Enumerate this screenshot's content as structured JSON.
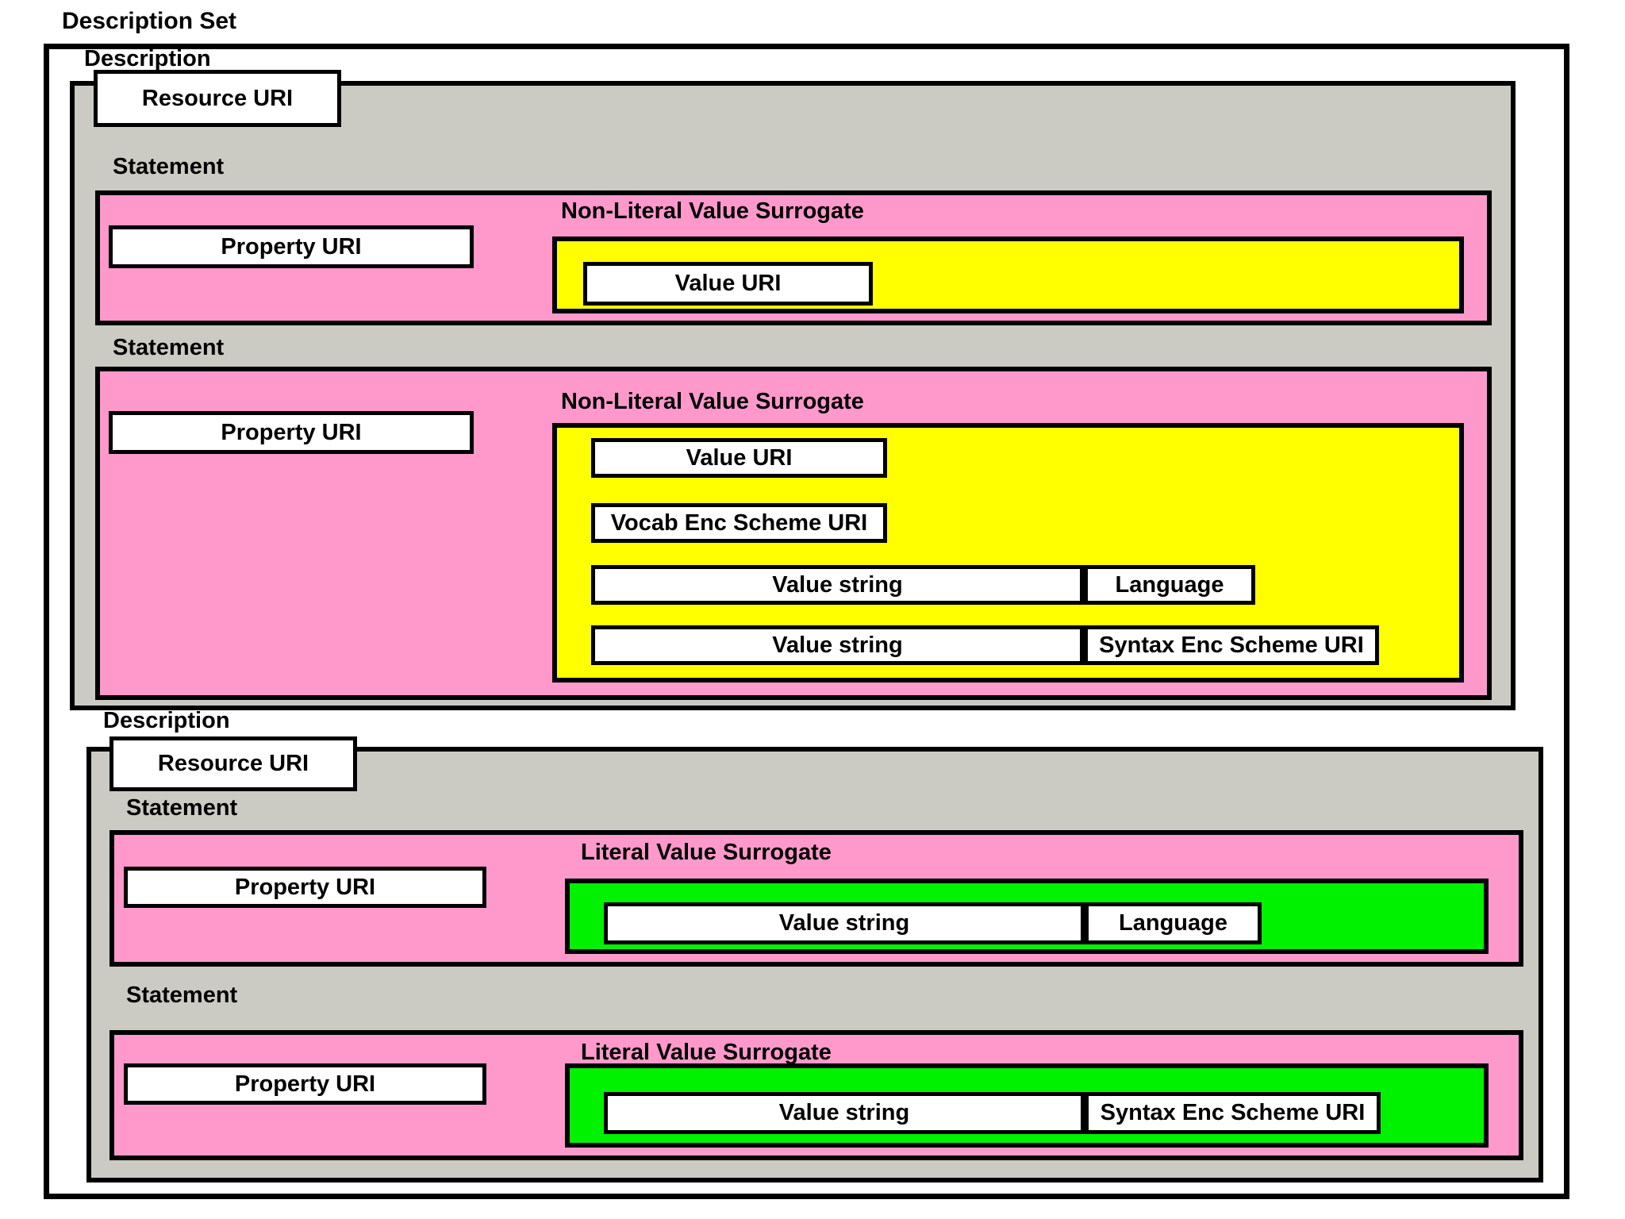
{
  "title": "Description Set",
  "colors": {
    "description_gray": "#CBCBC3",
    "statement_pink": "#FF99CC",
    "non_literal_surrogate_yellow": "#FFFF00",
    "literal_surrogate_green": "#00F200",
    "border": "#000000",
    "background": "#FFFFFF"
  },
  "descriptions": [
    {
      "label": "Description",
      "resource_uri": "Resource URI",
      "statements": [
        {
          "label": "Statement",
          "property_uri": "Property URI",
          "surrogate_title": "Non-Literal Value Surrogate",
          "value_uri": "Value URI"
        },
        {
          "label": "Statement",
          "property_uri": "Property URI",
          "surrogate_title": "Non-Literal Value Surrogate",
          "value_uri": "Value URI",
          "vocab_enc_scheme_uri": "Vocab Enc Scheme URI",
          "rows": [
            {
              "value_string": "Value string",
              "qualifier": "Language"
            },
            {
              "value_string": "Value string",
              "qualifier": "Syntax Enc Scheme URI"
            }
          ]
        }
      ]
    },
    {
      "label": "Description",
      "resource_uri": "Resource URI",
      "statements": [
        {
          "label": "Statement",
          "property_uri": "Property URI",
          "surrogate_title": "Literal Value Surrogate",
          "rows": [
            {
              "value_string": "Value string",
              "qualifier": "Language"
            }
          ]
        },
        {
          "label": "Statement",
          "property_uri": "Property URI",
          "surrogate_title": "Literal Value Surrogate",
          "rows": [
            {
              "value_string": "Value string",
              "qualifier": "Syntax Enc Scheme URI"
            }
          ]
        }
      ]
    }
  ]
}
